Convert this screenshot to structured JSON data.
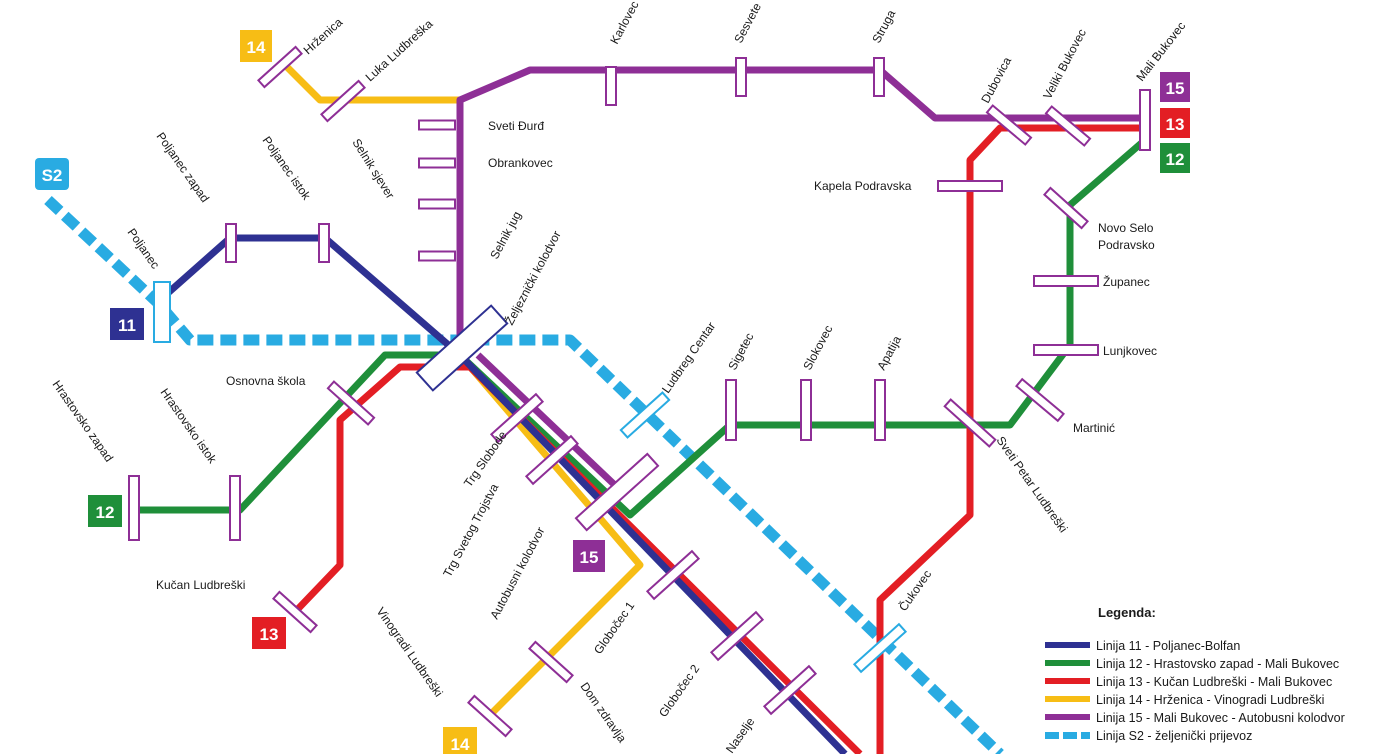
{
  "colors": {
    "line11": "#2e3192",
    "line12": "#1f8f3a",
    "line13": "#e31e24",
    "line14": "#f7bd15",
    "line15": "#8e2f96",
    "lineS2": "#29abe2",
    "stop": "#8e2f96"
  },
  "badges": {
    "b11": "11",
    "b12": "12",
    "b13": "13",
    "b14": "14",
    "b15": "15",
    "bS2": "S2"
  },
  "stations": {
    "hrzenica": "Hrženica",
    "luka_ludbreska": "Luka Ludbreška",
    "sveti_djurd": "Sveti Đurđ",
    "obrankovec": "Obrankovec",
    "selnik_sjever": "Selnik sjever",
    "selnik_jug": "Selnik jug",
    "karlovec": "Karlovec",
    "sesvete": "Sesvete",
    "struga": "Struga",
    "dubovica": "Dubovica",
    "veliki_bukovec": "Veliki Bukovec",
    "mali_bukovec": "Mali Bukovec",
    "kapela_podravska": "Kapela Podravska",
    "novo_selo_1": "Novo Selo",
    "novo_selo_2": "Podravsko",
    "zupanec": "Županec",
    "lunjkovec": "Lunjkovec",
    "martinic": "Martinić",
    "poljanec_zapad": "Poljanec zapad",
    "poljanec_istok": "Poljanec istok",
    "poljanec": "Poljanec",
    "zeljeznicki_kolodvor": "Željeznički kolodvor",
    "osnovna_skola": "Osnovna škola",
    "hrastovsko_zapad": "Hrastovsko zapad",
    "hrastovsko_istok": "Hrastovsko istok",
    "ludbreg_centar": "Ludbreg Centar",
    "sigetec": "Sigetec",
    "slokovec": "Slokovec",
    "apatija": "Apatija",
    "sveti_petar": "Sveti Petar Ludbreški",
    "trg_slobode": "Trg Slobode",
    "trg_svetog_trojstva": "Trg Svetog Trojstva",
    "autobusni_kolodvor": "Autobusni kolodvor",
    "kucan_ludbreski": "Kučan Ludbreški",
    "globocec_1": "Globočec 1",
    "globocec_2": "Globočec 2",
    "vinogradi_ludbreski": "Vinogradi Ludbreški",
    "dom_zdravlja": "Dom zdravlja",
    "naselje": "Naselje",
    "cukovec": "Čukovec"
  },
  "legend": {
    "title": "Legenda:",
    "items": [
      {
        "label": "Linija 11 - Poljanec-Bolfan",
        "color": "#2e3192"
      },
      {
        "label": "Linija 12 - Hrastovsko zapad - Mali Bukovec",
        "color": "#1f8f3a"
      },
      {
        "label": "Linija 13 - Kučan Ludbreški - Mali Bukovec",
        "color": "#e31e24"
      },
      {
        "label": "Linija 14 - Hrženica - Vinogradi Ludbreški",
        "color": "#f7bd15"
      },
      {
        "label": "Linija 15 - Mali Bukovec - Autobusni kolodvor",
        "color": "#8e2f96"
      },
      {
        "label": "Linija S2 - željenički prijevoz",
        "color": "#29abe2"
      }
    ]
  }
}
